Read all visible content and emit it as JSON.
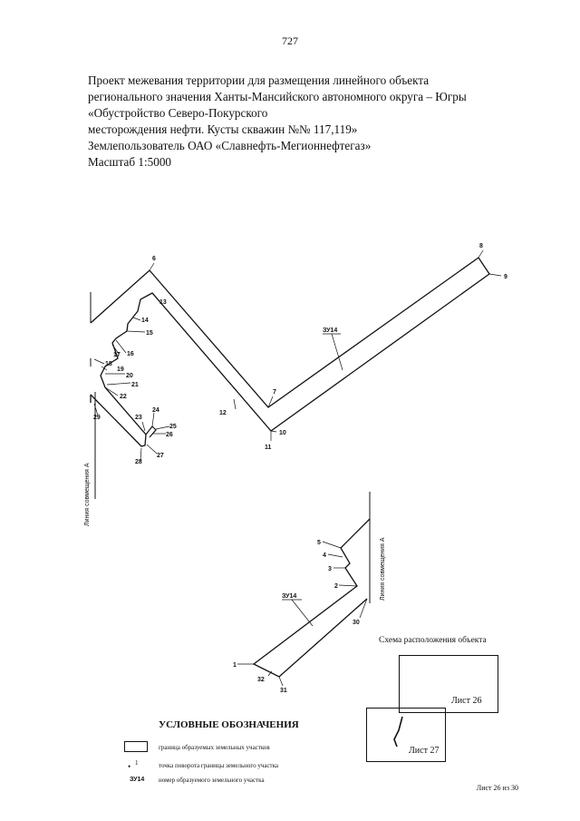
{
  "page_number": "727",
  "header": {
    "lines": [
      "Проект межевания территории для размещения  линейного объекта",
      "регионального значения  Ханты-Мансийского автономного округа – Югры",
      "«Обустройство Северо-Покурского",
      "месторождения нефти. Кусты скважин №№ 117,119»",
      "Землепользователь ОАО «Славнефть-Мегионнефтегаз»",
      "Масштаб 1:5000"
    ]
  },
  "map": {
    "parcel_label_upper": "ЗУ14",
    "parcel_label_lower": "ЗУ14",
    "match_line_label_left": "Линия совмещения А",
    "match_line_label_right": "Линия совмещения А",
    "points_upper": [
      "6",
      "7",
      "8",
      "9",
      "10",
      "11",
      "12",
      "13",
      "14",
      "15",
      "16",
      "17",
      "18",
      "19",
      "20",
      "21",
      "22",
      "23",
      "24",
      "25",
      "26",
      "27",
      "28",
      "29"
    ],
    "points_lower": [
      "1",
      "2",
      "3",
      "4",
      "5",
      "30",
      "31",
      "32"
    ]
  },
  "scheme": {
    "title": "Схема расположения объекта",
    "sheet_a": "Лист 26",
    "sheet_b": "Лист 27"
  },
  "legend": {
    "title": "УСЛОВНЫЕ ОБОЗНАЧЕНИЯ",
    "items": [
      {
        "symbol": "",
        "text": "граница образуемых земельных участков"
      },
      {
        "symbol": "1",
        "text": "точка поворота границы земельного участка"
      },
      {
        "symbol": "ЗУ14",
        "text": "номер образуемого земельного участка"
      }
    ]
  },
  "footer": "Лист 26 из 30"
}
